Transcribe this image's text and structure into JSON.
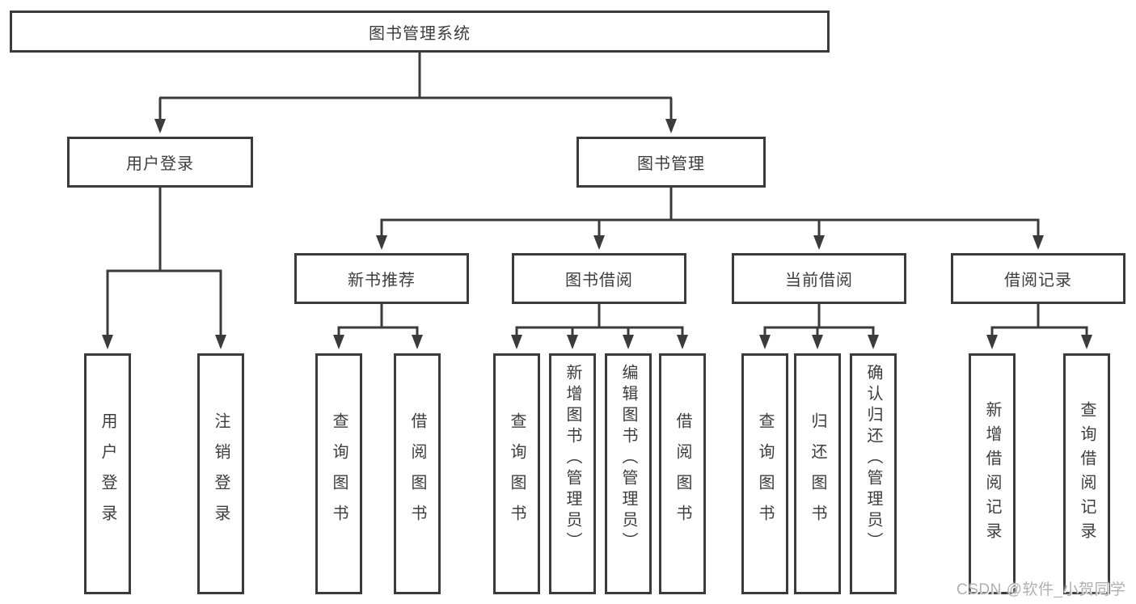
{
  "tree": {
    "label": "图书管理系统",
    "children": [
      {
        "label": "用户登录",
        "children": [
          {
            "label": "用户登录"
          },
          {
            "label": "注销登录"
          }
        ]
      },
      {
        "label": "图书管理",
        "children": [
          {
            "label": "新书推荐",
            "children": [
              {
                "label": "查询图书"
              },
              {
                "label": "借阅图书"
              }
            ]
          },
          {
            "label": "图书借阅",
            "children": [
              {
                "label": "查询图书"
              },
              {
                "label": "新增图书（管理员）"
              },
              {
                "label": "编辑图书（管理员）"
              },
              {
                "label": "借阅图书"
              }
            ]
          },
          {
            "label": "当前借阅",
            "children": [
              {
                "label": "查询图书"
              },
              {
                "label": "归还图书"
              },
              {
                "label": "确认归还（管理员）"
              }
            ]
          },
          {
            "label": "借阅记录",
            "children": [
              {
                "label": "新增借阅记录"
              },
              {
                "label": "查询借阅记录"
              }
            ]
          }
        ]
      }
    ]
  },
  "watermark": {
    "text": "CSDN @软件_小贺同学"
  },
  "colors": {
    "line": "#3b3b3b",
    "text": "#3d3d3d",
    "box_bg": "#ffffff",
    "page_bg": "#ffffff",
    "watermark": "#b0b0b0"
  }
}
